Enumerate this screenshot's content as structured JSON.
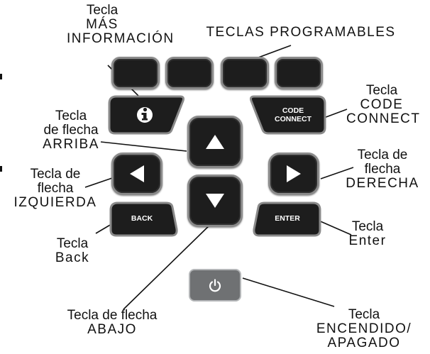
{
  "labels": {
    "more_info": {
      "l1": "Tecla",
      "l2": "MÁS",
      "l3": "INFORMACIÓN"
    },
    "softkeys": "TECLAS PROGRAMABLES",
    "code_connect": {
      "l1": "Tecla",
      "l2": "CODE",
      "l3": "CONNECT"
    },
    "up": {
      "l1": "Tecla",
      "l2": "de flecha",
      "l3": "ARRIBA"
    },
    "right": {
      "l1": "Tecla de",
      "l2": "flecha",
      "l3": "DERECHA"
    },
    "left": {
      "l1": "Tecla de",
      "l2": "flecha",
      "l3": "IZQUIERDA"
    },
    "enter": {
      "l1": "Tecla",
      "l2": "Enter"
    },
    "back": {
      "l1": "Tecla",
      "l2": "Back"
    },
    "down": {
      "l1": "Tecla de flecha",
      "l2": "ABAJO"
    },
    "power": {
      "l1": "Tecla",
      "l2": "ENCENDIDO/",
      "l3": "APAGADO"
    }
  },
  "keys": {
    "code_connect_text": "CODE\nCONNECT",
    "back_text": "BACK",
    "enter_text": "ENTER"
  },
  "icons": {
    "info": "info-icon",
    "up": "arrow-up-icon",
    "down": "arrow-down-icon",
    "left": "arrow-left-icon",
    "right": "arrow-right-icon",
    "power": "power-icon"
  },
  "colors": {
    "key_body": "#1d1d1d",
    "key_rim": "#8a8a8a",
    "power_key": "#6f7173"
  }
}
